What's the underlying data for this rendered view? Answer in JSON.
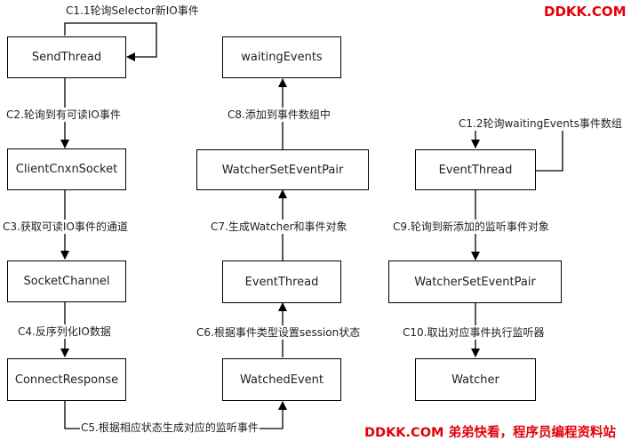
{
  "nodes": {
    "send_thread": "SendThread",
    "client_cnxn_socket": "ClientCnxnSocket",
    "socket_channel": "SocketChannel",
    "connect_response": "ConnectResponse",
    "waiting_events": "waitingEvents",
    "watcher_set_event_pair_mid": "WatcherSetEventPair",
    "event_thread_mid": "EventThread",
    "watched_event": "WatchedEvent",
    "event_thread_right": "EventThread",
    "watcher_set_event_pair_right": "WatcherSetEventPair",
    "watcher": "Watcher"
  },
  "edge_labels": {
    "c1_1": "C1.1轮询Selector新IO事件",
    "c2": "C2.轮询到有可读IO事件",
    "c3": "C3.获取可读IO事件的通道",
    "c4": "C4.反序列化IO数据",
    "c5": "C5.根据相应状态生成对应的监听事件",
    "c6": "C6.根据事件类型设置session状态",
    "c7": "C7.生成Watcher和事件对象",
    "c8": "C8.添加到事件数组中",
    "c1_2": "C1.2轮询waitingEvents事件数组",
    "c9": "C9.轮询到新添加的监听事件对象",
    "c10": "C10.取出对应事件执行监听器"
  },
  "watermark": {
    "top": "DDKK.COM",
    "bottom": "DDKK.COM 弟弟快看，程序员编程资料站",
    "color": "#e3000b"
  }
}
